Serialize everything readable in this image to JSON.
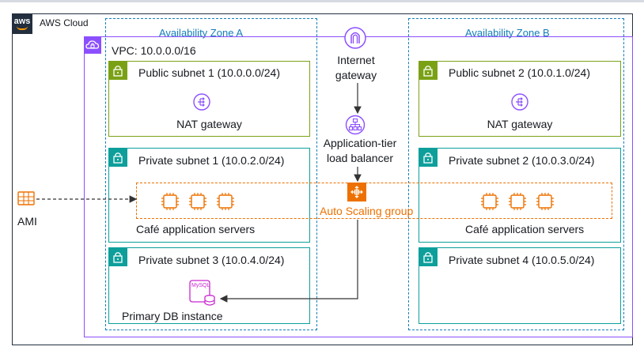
{
  "cloud": {
    "label": "AWS Cloud",
    "logo_text": "aws"
  },
  "zones": [
    {
      "label": "Availability Zone A"
    },
    {
      "label": "Availability Zone B"
    }
  ],
  "vpc": {
    "label": "VPC: 10.0.0.0/16"
  },
  "internet_gateway": {
    "line1": "Internet",
    "line2": "gateway"
  },
  "load_balancer": {
    "line1": "Application-tier",
    "line2": "load balancer"
  },
  "subnets": {
    "public1": {
      "label": "Public subnet 1 (10.0.0.0/24)",
      "content": "NAT gateway"
    },
    "public2": {
      "label": "Public subnet 2 (10.0.1.0/24)",
      "content": "NAT gateway"
    },
    "private1": {
      "label": "Private subnet 1 (10.0.2.0/24)",
      "content": "Café application servers"
    },
    "private2": {
      "label": "Private subnet 2 (10.0.3.0/24)",
      "content": "Café application servers"
    },
    "private3": {
      "label": "Private subnet 3 (10.0.4.0/24)",
      "content": "Primary DB instance"
    },
    "private4": {
      "label": "Private subnet 4 (10.0.5.0/24)"
    }
  },
  "auto_scaling": {
    "label": "Auto Scaling group"
  },
  "ami": {
    "label": "AMI"
  },
  "db_icon": {
    "text": "MySQL"
  },
  "colors": {
    "az_border": "#147eba",
    "vpc": "#8c4fff",
    "public_subnet": "#7aa116",
    "private_subnet": "#0e9f9b",
    "compute": "#ed7100",
    "database": "#c925d1",
    "gateway": "#8c4fff"
  }
}
